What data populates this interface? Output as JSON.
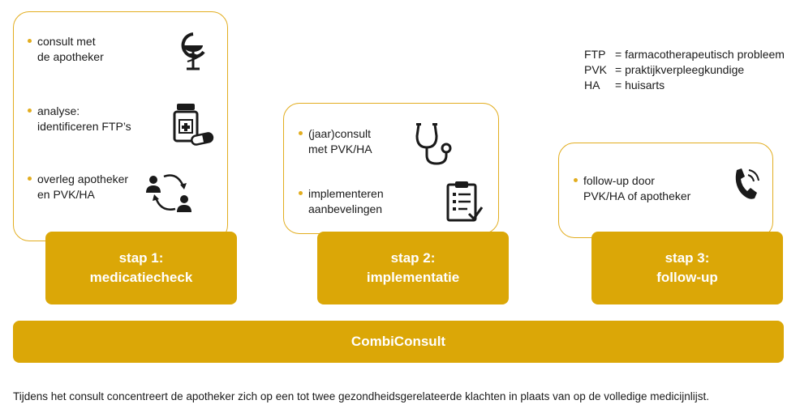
{
  "step1": {
    "items": [
      {
        "label": "consult met\nde apotheker",
        "icon": "pharmacy-symbol-icon"
      },
      {
        "label": "analyse:\nidentificeren FTP’s",
        "icon": "medicine-bottle-icon"
      },
      {
        "label": "overleg apotheker\nen PVK/HA",
        "icon": "people-exchange-icon"
      }
    ],
    "title": "stap 1:\nmedicatiecheck"
  },
  "step2": {
    "items": [
      {
        "label": "(jaar)consult\nmet PVK/HA",
        "icon": "stethoscope-icon"
      },
      {
        "label": "implementeren\naanbevelingen",
        "icon": "clipboard-checklist-icon"
      }
    ],
    "title": "stap 2:\nimplementatie"
  },
  "step3": {
    "items": [
      {
        "label": "follow-up door\nPVK/HA of apotheker",
        "icon": "phone-icon"
      }
    ],
    "title": "stap 3:\nfollow-up"
  },
  "legend": [
    {
      "abbr": "FTP",
      "text": "= farmacotherapeutisch probleem"
    },
    {
      "abbr": "PVK",
      "text": "= praktijkverpleegkundige"
    },
    {
      "abbr": "HA",
      "text": "= huisarts"
    }
  ],
  "base_label": "CombiConsult",
  "caption": "Tijdens het consult concentreert de apotheker zich op een tot twee gezondheidsgerelateerde klachten in plaats van op de volledige medicijnlijst.",
  "colors": {
    "accent": "#dba707",
    "border": "#e2ad1f"
  }
}
